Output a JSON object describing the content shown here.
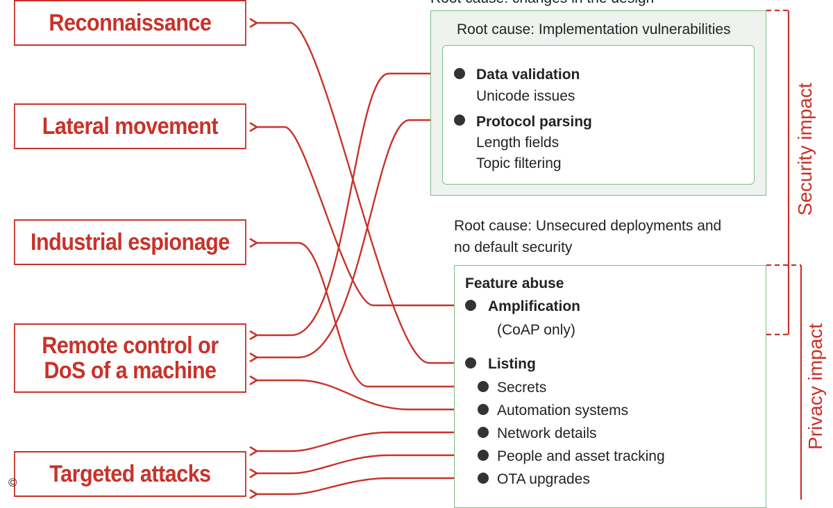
{
  "top_caption": "Root cause: changes in the design",
  "impacts": [
    {
      "id": "reconnaissance",
      "label": "Reconnaissance"
    },
    {
      "id": "lateral",
      "label": "Lateral movement"
    },
    {
      "id": "espionage",
      "label": "Industrial espionage"
    },
    {
      "id": "remote",
      "label": "Remote control or DoS of a machine"
    },
    {
      "id": "targeted",
      "label": "Targeted attacks"
    }
  ],
  "implementation": {
    "title": "Root cause: Implementation vulnerabilities",
    "data_validation": "Data validation",
    "unicode": "Unicode issues",
    "protocol_parsing": "Protocol parsing",
    "length_fields": "Length fields",
    "topic_filtering": "Topic filtering"
  },
  "deployments": {
    "caption_line1": "Root cause: Unsecured deployments and",
    "caption_line2": "no default security",
    "feature_abuse": "Feature abuse",
    "amplification": "Amplification",
    "coap_only": "(CoAP only)",
    "listing": "Listing",
    "secrets": "Secrets",
    "automation": "Automation systems",
    "network": "Network details",
    "people": "People and asset tracking",
    "ota": "OTA upgrades"
  },
  "side_labels": {
    "security": "Security impact",
    "privacy": "Privacy impact"
  },
  "copyright": "©",
  "colors": {
    "accent_red": "#c8322a",
    "panel_green": "#7bbf83",
    "panel_fill": "#eef3ef",
    "text": "#222222"
  }
}
